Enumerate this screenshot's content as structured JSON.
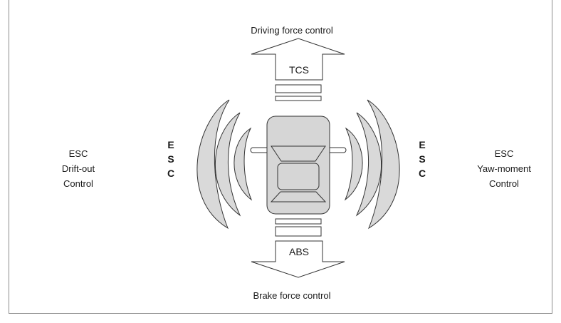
{
  "top_label": "Driving force control",
  "bottom_label": "Brake force control",
  "top_arrow_text": "TCS",
  "bottom_arrow_text": "ABS",
  "left_block": {
    "vertical_letters": [
      "E",
      "S",
      "C"
    ],
    "lines": [
      "ESC",
      "Drift-out",
      "Control"
    ]
  },
  "right_block": {
    "vertical_letters": [
      "E",
      "S",
      "C"
    ],
    "lines": [
      "ESC",
      "Yaw-moment",
      "Control"
    ]
  },
  "colors": {
    "stroke": "#333333",
    "arc_fill": "#d9d9d9",
    "car_fill": "#d6d6d6",
    "frame": "#8a8a8a"
  }
}
